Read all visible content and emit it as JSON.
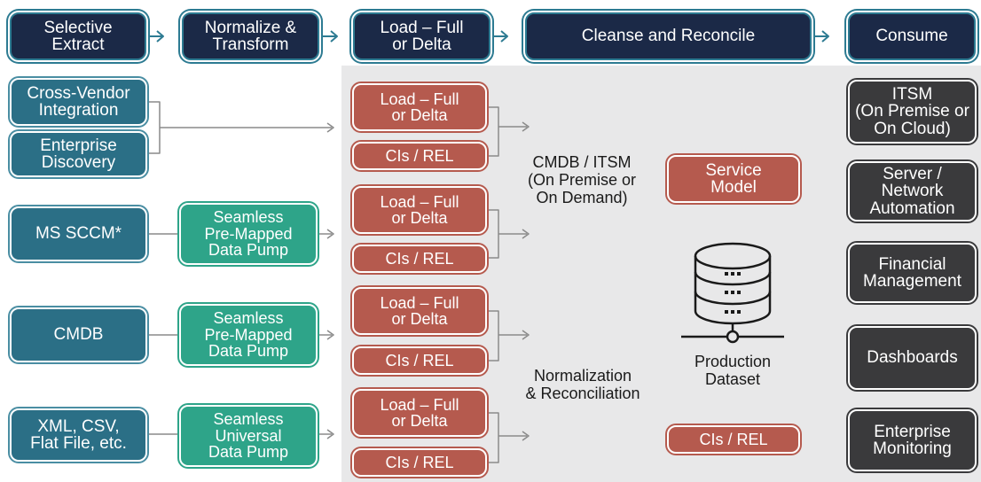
{
  "stages": [
    "Selective\nExtract",
    "Normalize &\nTransform",
    "Load – Full\nor Delta",
    "Cleanse and Reconcile",
    "Consume"
  ],
  "sources": [
    "Cross-Vendor\nIntegration",
    "Enterprise\nDiscovery",
    "MS SCCM*",
    "CMDB",
    "XML, CSV,\nFlat File, etc."
  ],
  "pumps": [
    "Seamless\nPre-Mapped\nData Pump",
    "Seamless\nPre-Mapped\nData Pump",
    "Seamless\nUniversal\nData Pump"
  ],
  "load_label": "Load – Full\nor Delta",
  "cis_label": "CIs / REL",
  "center": {
    "cmdb_itsm": "CMDB / ITSM\n(On Premise or\nOn Demand)",
    "service_model": "Service\nModel",
    "database_icon": "database-icon",
    "production_dataset": "Production\nDataset",
    "normalization": "Normalization\n& Reconciliation",
    "cis_rel": "CIs / REL"
  },
  "consumers": [
    "ITSM\n(On Premise or\nOn Cloud)",
    "Server /\nNetwork\nAutomation",
    "Financial\nManagement",
    "Dashboards",
    "Enterprise\nMonitoring"
  ],
  "colors": {
    "header": "#1b2947",
    "header_border": "#2d7b92",
    "source": "#2b6f86",
    "pump": "#2ea489",
    "load": "#b55a4e",
    "consume": "#3a3a3c",
    "panel": "#e8e8e9",
    "arrow": "#8a8a8a"
  }
}
